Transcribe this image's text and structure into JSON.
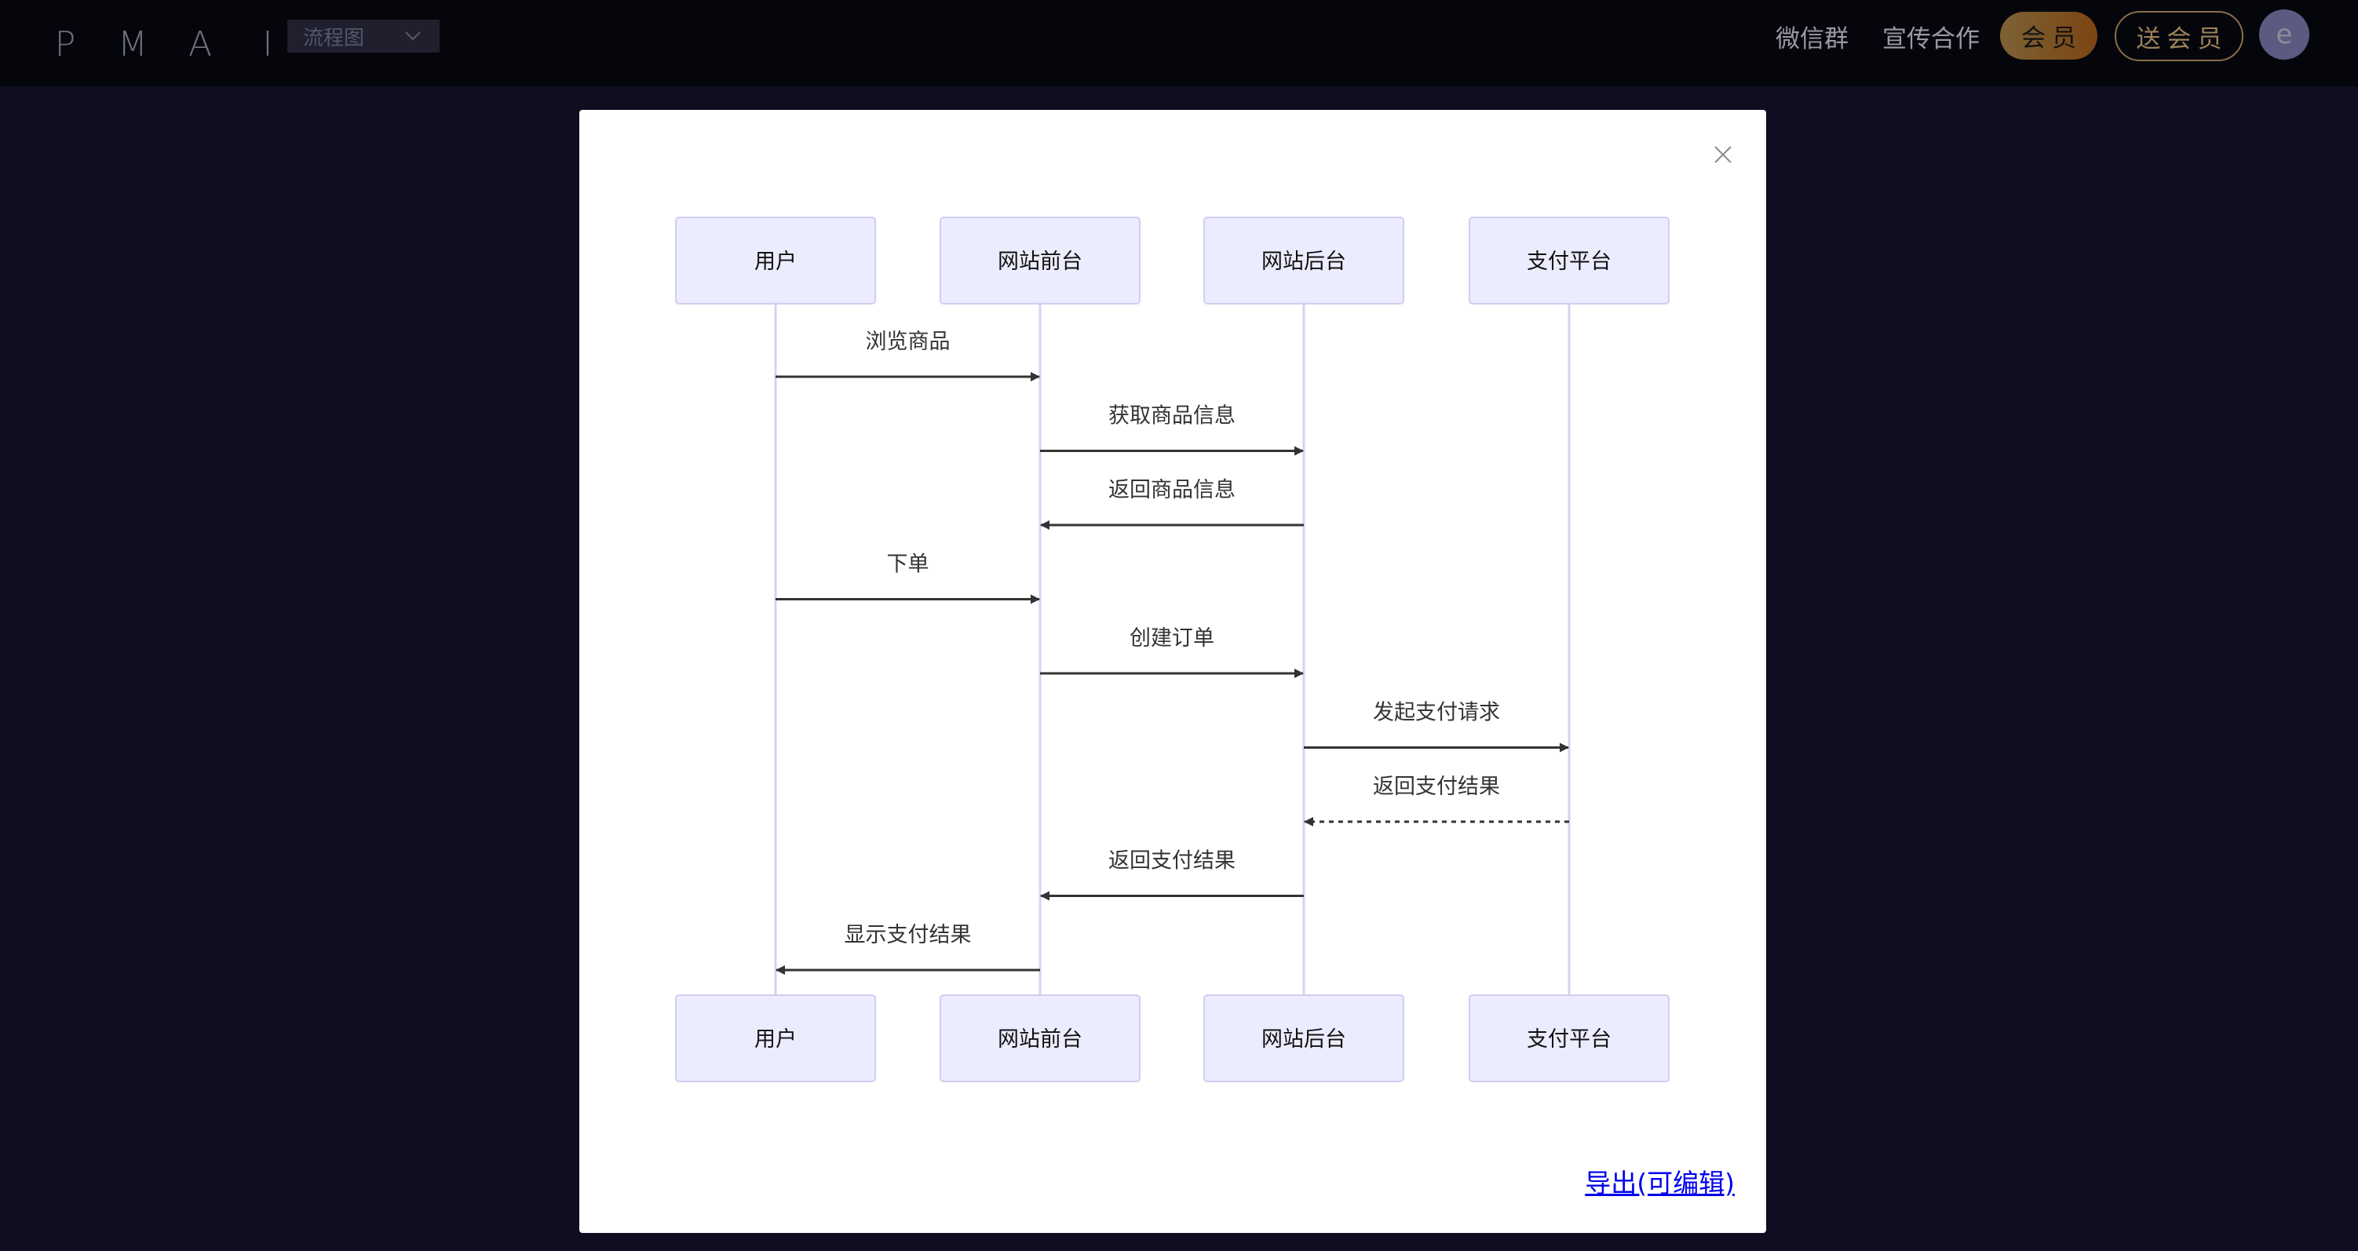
{
  "header": {
    "logo_letters": [
      "P",
      "M",
      "A",
      "I"
    ],
    "diagram_type": "流程图",
    "nav_links": [
      "微信群",
      "宣传合作"
    ],
    "vip_button": "会员",
    "gift_vip_button": "送会员",
    "avatar_initial": "e"
  },
  "modal": {
    "export_link": "导出(可编辑)",
    "close_icon": "close-icon"
  },
  "diagram": {
    "type": "sequence",
    "participants": [
      "用户",
      "网站前台",
      "网站后台",
      "支付平台"
    ],
    "messages": [
      {
        "from": 0,
        "to": 1,
        "label": "浏览商品",
        "style": "solid"
      },
      {
        "from": 1,
        "to": 2,
        "label": "获取商品信息",
        "style": "solid"
      },
      {
        "from": 2,
        "to": 1,
        "label": "返回商品信息",
        "style": "solid"
      },
      {
        "from": 0,
        "to": 1,
        "label": "下单",
        "style": "solid"
      },
      {
        "from": 1,
        "to": 2,
        "label": "创建订单",
        "style": "solid"
      },
      {
        "from": 2,
        "to": 3,
        "label": "发起支付请求",
        "style": "solid"
      },
      {
        "from": 3,
        "to": 2,
        "label": "返回支付结果",
        "style": "dashed"
      },
      {
        "from": 2,
        "to": 1,
        "label": "返回支付结果",
        "style": "solid"
      },
      {
        "from": 1,
        "to": 0,
        "label": "显示支付结果",
        "style": "solid"
      }
    ],
    "colors": {
      "actor_fill": "#ececff",
      "actor_stroke": "#d4cdf0",
      "lifeline": "#d8d0f2",
      "arrow": "#333333"
    }
  }
}
